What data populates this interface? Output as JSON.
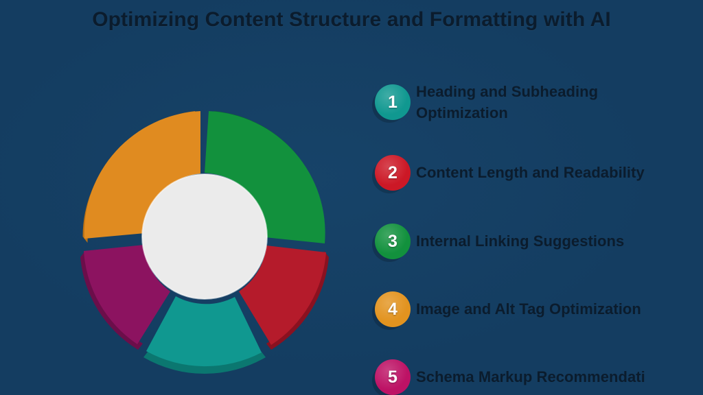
{
  "slide": {
    "title": "Optimizing Content Structure and Formatting with AI",
    "background_color": "#143d61",
    "text_color": "#0b1c2d"
  },
  "chart": {
    "type": "donut",
    "center_fill": "#ebebeb",
    "segments": [
      {
        "name": "segment-green",
        "color": "#12913d",
        "side_color": "#0b6e2d",
        "label": "Internal Linking Suggestions"
      },
      {
        "name": "segment-red",
        "color": "#b51b2b",
        "side_color": "#8a1120",
        "label": "Content Length and Readability"
      },
      {
        "name": "segment-teal",
        "color": "#109890",
        "side_color": "#0b7770",
        "label": "Heading and Subheading Optimization"
      },
      {
        "name": "segment-magenta",
        "color": "#8c1360",
        "side_color": "#6b0e4a",
        "label": "Schema Markup Recommendations"
      },
      {
        "name": "segment-orange",
        "color": "#e08b20",
        "side_color": "#bb7114",
        "label": "Image and Alt Tag Optimization"
      }
    ]
  },
  "legend": {
    "items": [
      {
        "number": "1",
        "label": "Heading and Subheading Optimization",
        "color": "#109890"
      },
      {
        "number": "2",
        "label": "Content Length and Readability",
        "color": "#cc1826"
      },
      {
        "number": "3",
        "label": "Internal Linking Suggestions",
        "color": "#12913d"
      },
      {
        "number": "4",
        "label": "Image and Alt Tag Optimization",
        "color": "#e2931f"
      },
      {
        "number": "5",
        "label": "Schema Markup Recommendati",
        "color": "#bd1265"
      }
    ]
  }
}
